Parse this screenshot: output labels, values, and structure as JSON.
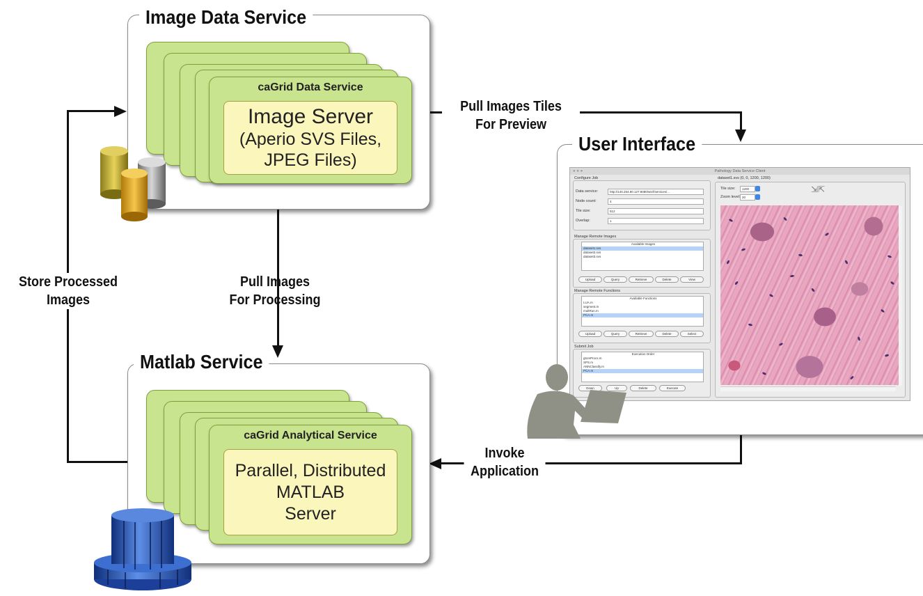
{
  "image_data_service": {
    "title": "Image Data Service",
    "card_header": "caGrid Data Service",
    "server_lines": [
      "Image Server",
      "(Aperio SVS Files,",
      "JPEG Files)"
    ]
  },
  "matlab_service": {
    "title": "Matlab Service",
    "card_header": "caGrid Analytical Service",
    "server_lines": [
      "Parallel, Distributed",
      "MATLAB",
      "Server"
    ]
  },
  "user_interface": {
    "title": "User Interface"
  },
  "arrows": {
    "pull_tiles": [
      "Pull Images Tiles",
      "For Preview"
    ],
    "pull_processing": [
      "Pull Images",
      "For Processing"
    ],
    "store_processed": [
      "Store Processed",
      "Images"
    ],
    "invoke": [
      "Invoke",
      "Application"
    ]
  },
  "app_window": {
    "title": "Pathology Data Service Client",
    "configure": {
      "label": "Configure Job",
      "fields": [
        {
          "label": "Data service:",
          "value": "http://140.254.80.127:8080/wsrf/services/..."
        },
        {
          "label": "Node count:",
          "value": "4"
        },
        {
          "label": "Tile size:",
          "value": "512"
        },
        {
          "label": "Overlap:",
          "value": "1"
        }
      ]
    },
    "images": {
      "label": "Manage Remote Images",
      "list_header": "Available Images",
      "items": [
        "dataset1.svs",
        "dataset2.svs",
        "dataset3.svs"
      ],
      "buttons": [
        "Upload",
        "Query",
        "Retrieve",
        "Delete",
        "View"
      ]
    },
    "functions": {
      "label": "Manage Remote Functions",
      "list_header": "Available Functions",
      "items": [
        "LUA.m",
        "segment.m",
        "multRun.m",
        "PCA.m"
      ],
      "buttons": [
        "Upload",
        "Query",
        "Retrieve",
        "Delete",
        "Select"
      ]
    },
    "submit": {
      "label": "Submit Job",
      "list_header": "Execution Order",
      "items": [
        "gtcreProcs.m",
        "SPS.m",
        "ANNClassify.m",
        "PCA.m"
      ],
      "buttons": [
        "Down",
        "Up",
        "Delete",
        "Execute"
      ]
    },
    "preview": {
      "header": "dataset1.svs (0, 0, 1200, 1200)",
      "tile_size_label": "Tile size:",
      "tile_size_value": "1200",
      "zoom_label": "Zoom level:",
      "zoom_value": "20"
    }
  }
}
